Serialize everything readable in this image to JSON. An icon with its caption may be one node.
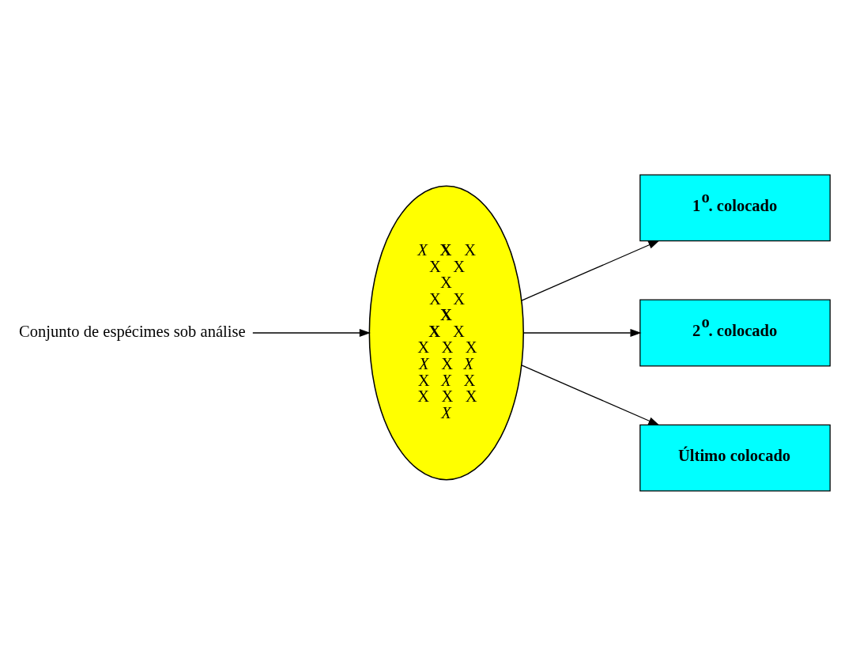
{
  "diagram": {
    "nodes": [
      {
        "text": [
          "Conjunto de espécimes sob análise"
        ]
      },
      {
        "text": [
          "*X* **X** X",
          "X X",
          "X",
          "X X",
          "**X**",
          "**X** X",
          "X X X",
          "*X* X *X*",
          "X *X* X",
          "X X X",
          "*X*"
        ]
      },
      {
        "text": [
          "**1$^{o}$. colocado**"
        ]
      },
      {
        "text": [
          "**2$^{o}$. colocado**"
        ]
      },
      {
        "text": [
          "**Último colocado**"
        ]
      }
    ],
    "edges": [
      {
        "from": 0,
        "to": 1,
        "arrow": "to"
      },
      {
        "from": 1,
        "to": 2,
        "arrow": "to"
      },
      {
        "from": 1,
        "to": 3,
        "arrow": "to"
      },
      {
        "from": 1,
        "to": 4,
        "arrow": "to"
      }
    ]
  }
}
